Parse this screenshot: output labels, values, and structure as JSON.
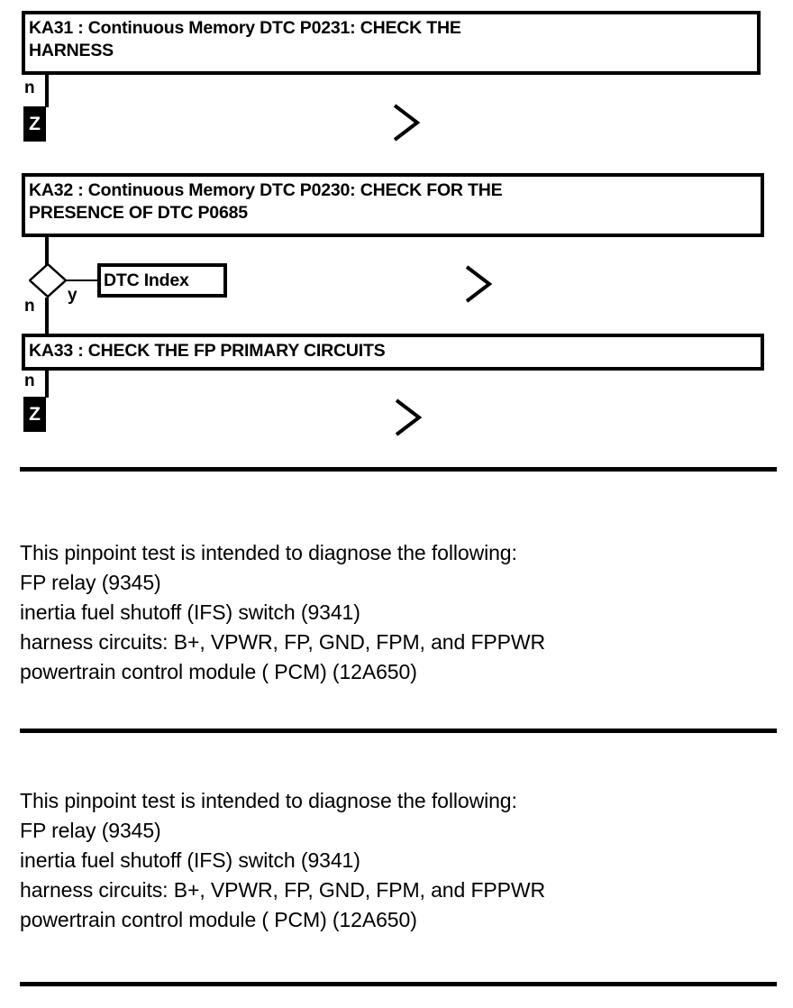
{
  "flowchart": {
    "steps": [
      {
        "id": "KA31",
        "label": "KA31 : Continuous Memory DTC P0231: CHECK THE\nHARNESS",
        "branch_label": "n",
        "terminator": "Z"
      },
      {
        "id": "KA32",
        "label": "KA32 : Continuous Memory DTC P0230: CHECK FOR THE\nPRESENCE OF DTC P0685",
        "branch_no_label": "n",
        "branch_yes_label": "y",
        "reference": "DTC Index"
      },
      {
        "id": "KA33",
        "label": "KA33 : CHECK THE FP PRIMARY CIRCUITS",
        "branch_label": "n",
        "terminator": "Z"
      }
    ],
    "reference_box": {
      "label": "DTC Index"
    },
    "terminator_glyph": "Z",
    "branch_yes": "y",
    "branch_no": "n",
    "continuation_marker": ">"
  },
  "sections": [
    {
      "body": "This pinpoint test is intended to diagnose the following:\n FP relay (9345)\ninertia fuel shutoff (IFS) switch (9341)\nharness circuits: B+, VPWR, FP, GND, FPM, and FPPWR\npowertrain control module ( PCM) (12A650)"
    },
    {
      "body": "This pinpoint test is intended to diagnose the following:\n FP relay (9345)\ninertia fuel shutoff (IFS) switch (9341)\nharness circuits: B+, VPWR, FP, GND, FPM, and FPPWR\npowertrain control module ( PCM) (12A650)"
    }
  ],
  "colors": {
    "ink": "#000000",
    "paper": "#ffffff"
  }
}
